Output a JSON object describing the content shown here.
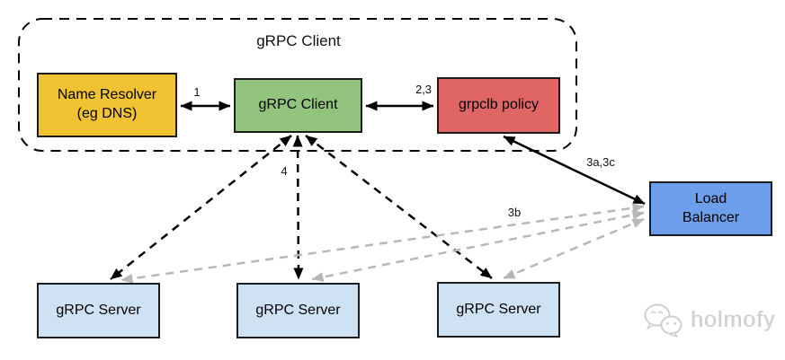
{
  "diagram": {
    "group_title": "gRPC Client",
    "nodes": {
      "name_resolver": {
        "line1": "Name Resolver",
        "line2": "(eg DNS)",
        "fill": "#f1c232"
      },
      "grpc_client": {
        "label": "gRPC Client",
        "fill": "#93c47d"
      },
      "grpclb_policy": {
        "label": "grpclb policy",
        "fill": "#e06666"
      },
      "load_balancer": {
        "line1": "Load",
        "line2": "Balancer",
        "fill": "#6d9eeb"
      },
      "servers": [
        {
          "label": "gRPC Server"
        },
        {
          "label": "gRPC Server"
        },
        {
          "label": "gRPC Server"
        }
      ],
      "server_fill": "#cfe2f3"
    },
    "edge_labels": {
      "resolver_client": "1",
      "client_policy": "2,3",
      "policy_lb": "3a,3c",
      "lb_servers": "3b",
      "client_servers": "4"
    },
    "colors": {
      "edge_black": "#000000",
      "edge_gray": "#b7b7b7",
      "box_border": "#1c1c1c",
      "group_border": "#000000",
      "watermark_gray": "#d0d0d0"
    },
    "watermark": {
      "icon": "wechat-icon",
      "text": "holmofy"
    }
  }
}
